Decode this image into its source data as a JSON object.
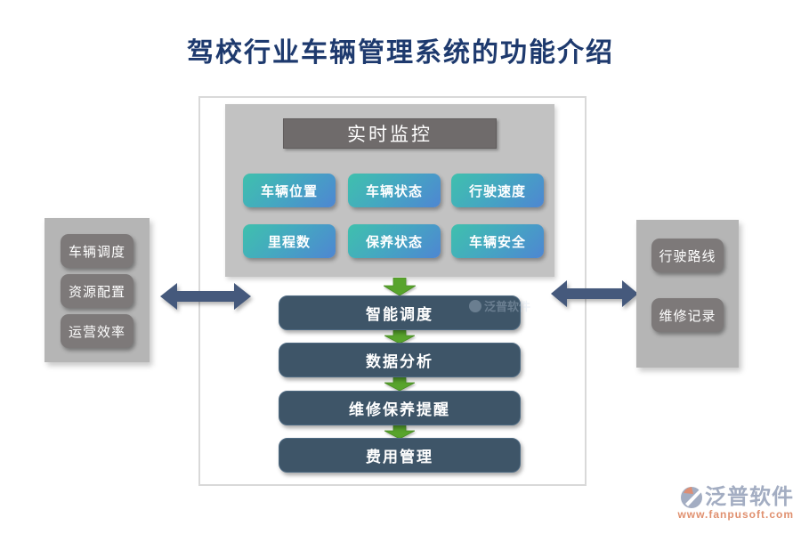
{
  "title": "驾校行业车辆管理系统的功能介绍",
  "monitor": {
    "header": "实时监控",
    "buttons": [
      {
        "label": "车辆位置"
      },
      {
        "label": "车辆状态"
      },
      {
        "label": "行驶速度"
      },
      {
        "label": "里程数"
      },
      {
        "label": "保养状态"
      },
      {
        "label": "车辆安全"
      }
    ]
  },
  "flow": {
    "steps": [
      {
        "label": "智能调度"
      },
      {
        "label": "数据分析"
      },
      {
        "label": "维修保养提醒"
      },
      {
        "label": "费用管理"
      }
    ]
  },
  "left_panel": {
    "items": [
      {
        "label": "车辆调度"
      },
      {
        "label": "资源配置"
      },
      {
        "label": "运营效率"
      }
    ]
  },
  "right_panel": {
    "items": [
      {
        "label": "行驶路线"
      },
      {
        "label": "维修记录"
      }
    ]
  },
  "watermark": {
    "text": "泛普软件"
  },
  "footer": {
    "brand": "泛普软件",
    "url": "www.fanpusoft.com"
  },
  "colors": {
    "title_text": "#1e3a6e",
    "monitor_panel_bg": "#c2c2c2",
    "monitor_header_bg": "#6f6b6b",
    "monitor_button_gradient_start": "#3fc0ad",
    "monitor_button_gradient_end": "#4e86d2",
    "flow_bar_bg": "#3e5568",
    "green_arrow": "#58a42c",
    "double_arrow": "#45597c",
    "side_panel_bg": "#b5b5b5",
    "side_button_bg": "#7d7979",
    "brand_text": "#a3adc2",
    "brand_url": "#e0906f"
  }
}
